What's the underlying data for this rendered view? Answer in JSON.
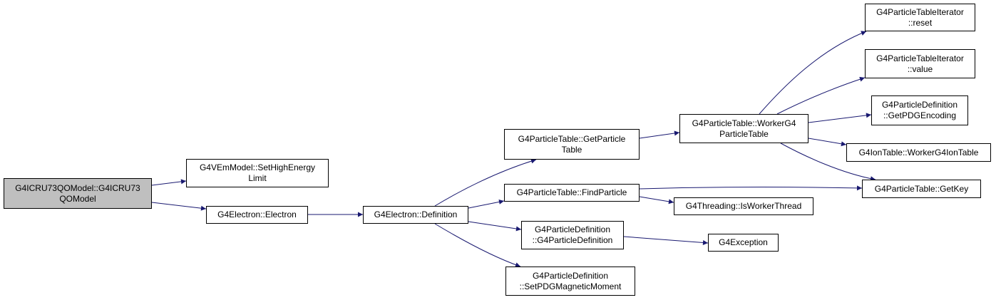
{
  "colors": {
    "edge": "#191970",
    "node_border": "#000000",
    "node_fill": "#ffffff",
    "root_fill": "#bfbfbf"
  },
  "nodes": {
    "root": {
      "lines": [
        "G4ICRU73QOModel::G4ICRU73",
        "QOModel"
      ]
    },
    "set_high_energy_limit": {
      "lines": [
        "G4VEmModel::SetHighEnergy",
        "Limit"
      ]
    },
    "electron_electron": {
      "lines": [
        "G4Electron::Electron"
      ]
    },
    "electron_definition": {
      "lines": [
        "G4Electron::Definition"
      ]
    },
    "get_particle_table": {
      "lines": [
        "G4ParticleTable::GetParticle",
        "Table"
      ]
    },
    "find_particle": {
      "lines": [
        "G4ParticleTable::FindParticle"
      ]
    },
    "pd_ctor": {
      "lines": [
        "G4ParticleDefinition",
        "::G4ParticleDefinition"
      ]
    },
    "set_pdg_magnetic_moment": {
      "lines": [
        "G4ParticleDefinition",
        "::SetPDGMagneticMoment"
      ]
    },
    "worker_g4_particle_table": {
      "lines": [
        "G4ParticleTable::WorkerG4",
        "ParticleTable"
      ]
    },
    "is_worker_thread": {
      "lines": [
        "G4Threading::IsWorkerThread"
      ]
    },
    "g4exception": {
      "lines": [
        "G4Exception"
      ]
    },
    "iterator_reset": {
      "lines": [
        "G4ParticleTableIterator",
        "::reset"
      ]
    },
    "iterator_value": {
      "lines": [
        "G4ParticleTableIterator",
        "::value"
      ]
    },
    "get_pdg_encoding": {
      "lines": [
        "G4ParticleDefinition",
        "::GetPDGEncoding"
      ]
    },
    "worker_g4_ion_table": {
      "lines": [
        "G4IonTable::WorkerG4IonTable"
      ]
    },
    "get_key": {
      "lines": [
        "G4ParticleTable::GetKey"
      ]
    }
  }
}
